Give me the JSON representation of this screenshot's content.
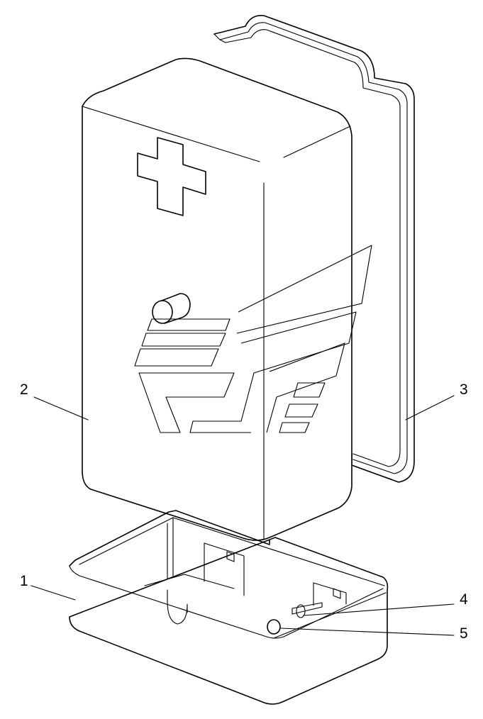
{
  "callouts": [
    {
      "id": "1",
      "label": "1"
    },
    {
      "id": "2",
      "label": "2"
    },
    {
      "id": "3",
      "label": "3"
    },
    {
      "id": "4",
      "label": "4"
    },
    {
      "id": "5",
      "label": "5"
    }
  ],
  "colors": {
    "stroke": "#000000",
    "background": "#ffffff"
  }
}
